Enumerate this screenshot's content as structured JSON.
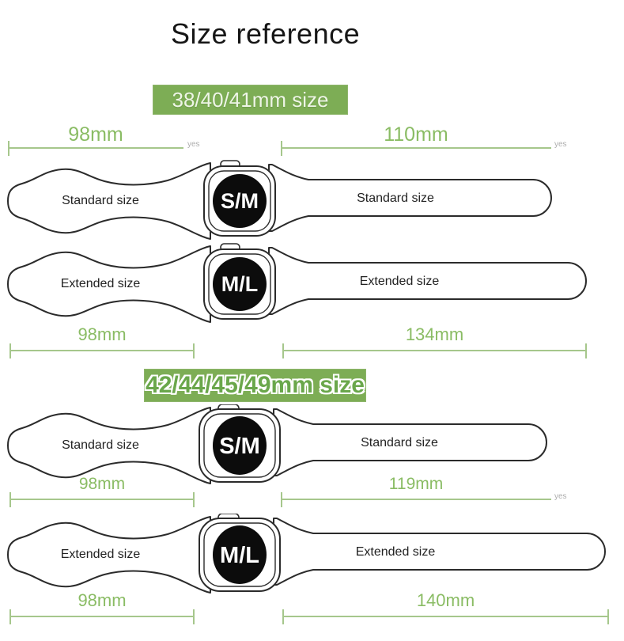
{
  "title": "Size reference",
  "colors": {
    "badge_green": "#7dad55",
    "dimension_line_green": "#a6c78c",
    "dimension_text_green": "#8abc64",
    "band_outline": "#2b2b2b",
    "watch_dial_black": "#0c0c0c",
    "watch_dial_text": "#ffffff"
  },
  "section1": {
    "badge_label": "38/40/41mm size",
    "dim_top_left": {
      "value": "98mm",
      "suffix": "yes"
    },
    "dim_top_right": {
      "value": "110mm",
      "suffix": "yes"
    },
    "row_standard": {
      "left_label": "Standard size",
      "watch_size": "S/M",
      "right_label": "Standard size"
    },
    "row_extended": {
      "left_label": "Extended size",
      "watch_size": "M/L",
      "right_label": "Extended size"
    },
    "dim_bottom_left": {
      "value": "98mm"
    },
    "dim_bottom_right": {
      "value": "134mm"
    }
  },
  "section2": {
    "badge_label": "42/44/45/49mm size",
    "row_standard": {
      "left_label": "Standard size",
      "watch_size": "S/M",
      "right_label": "Standard size"
    },
    "dim_mid_left": {
      "value": "98mm"
    },
    "dim_mid_right": {
      "value": "119mm",
      "suffix": "yes"
    },
    "row_extended": {
      "left_label": "Extended size",
      "watch_size": "M/L",
      "right_label": "Extended size"
    },
    "dim_bottom_left": {
      "value": "98mm"
    },
    "dim_bottom_right": {
      "value": "140mm"
    }
  }
}
